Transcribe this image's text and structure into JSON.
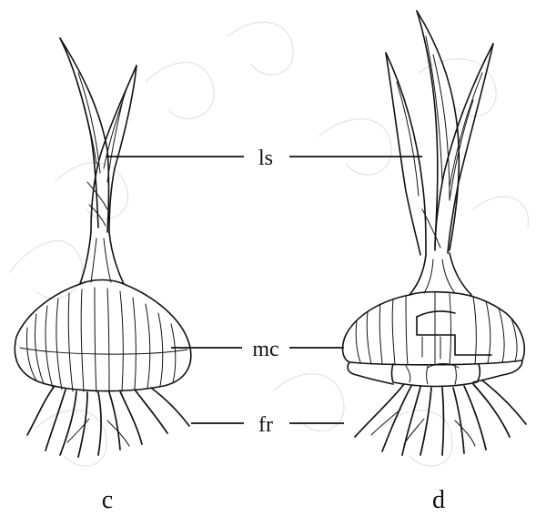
{
  "labels": {
    "leaf_sheath": "ls",
    "mother_clove": "mc",
    "fibrous_roots": "fr"
  },
  "panels": [
    {
      "id": "c",
      "caption": "c"
    },
    {
      "id": "d",
      "caption": "d"
    }
  ],
  "colors": {
    "ink": "#111111",
    "background": "#ffffff",
    "watermark": "#c9c9c9"
  }
}
